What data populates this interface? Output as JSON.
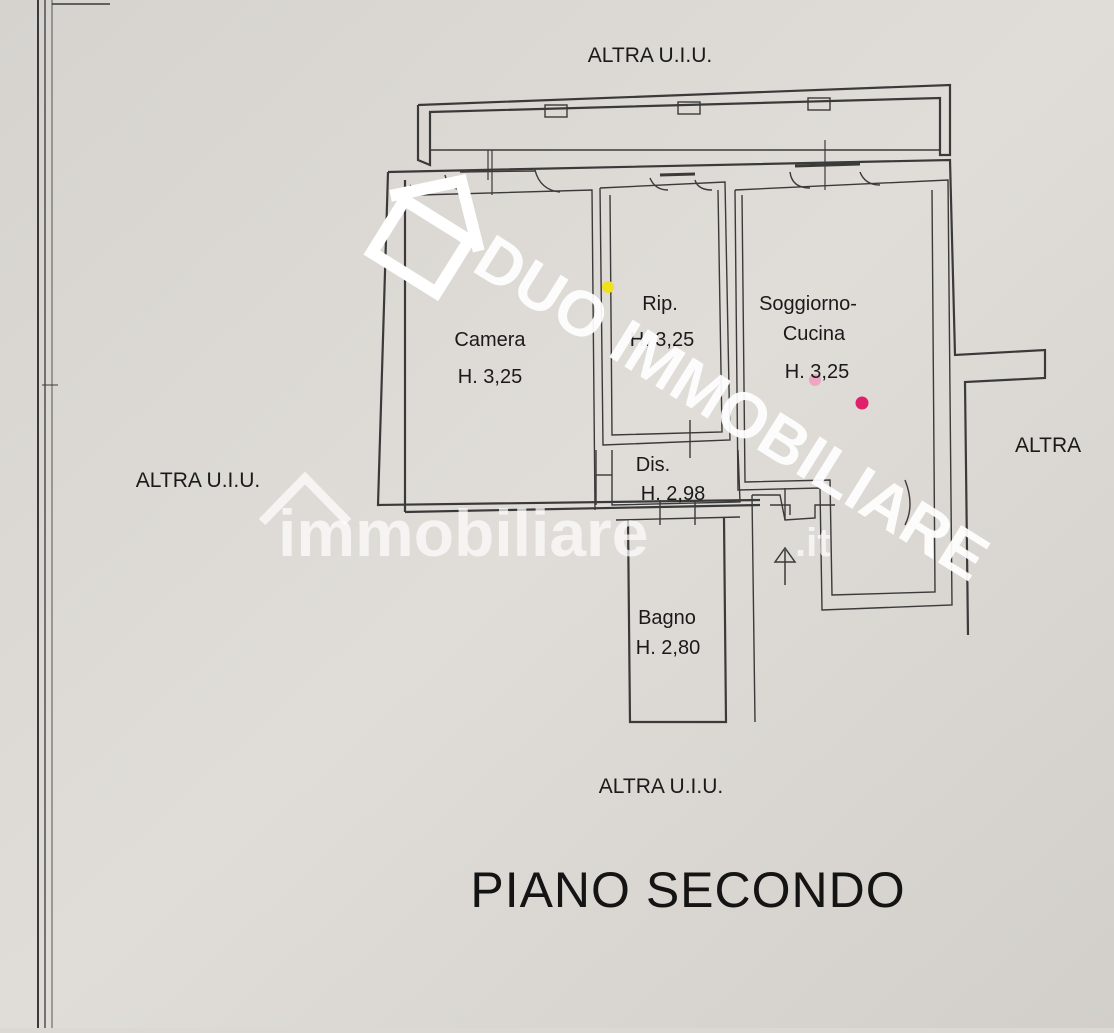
{
  "labels": {
    "top": "ALTRA U.I.U.",
    "left": "ALTRA U.I.U.",
    "right": "ALTRA",
    "bottom": "ALTRA U.I.U."
  },
  "rooms": {
    "camera": {
      "name": "Camera",
      "height": "H. 3,25"
    },
    "rip": {
      "name": "Rip.",
      "height": "H. 3,25"
    },
    "soggiorno": {
      "name_line1": "Soggiorno-",
      "name_line2": "Cucina",
      "height": "H. 3,25"
    },
    "dis": {
      "name": "Dis.",
      "height": "H. 2,98"
    },
    "bagno": {
      "name": "Bagno",
      "height": "H. 2,80"
    }
  },
  "title": "PIANO SECONDO",
  "watermarks": {
    "agency": "DUO IMMOBILIARE",
    "portal_main": "immobiliare",
    "portal_suffix": ".it"
  },
  "colors": {
    "paper": "#dcd9d4",
    "ink": "#1a1a1a",
    "marker_yellow": "#f0e020",
    "marker_magenta": "#e0206a",
    "marker_pink": "#f0a0c0"
  },
  "icons": {
    "house_logo": "house-icon",
    "entry_arrow": "arrow-up-icon"
  }
}
